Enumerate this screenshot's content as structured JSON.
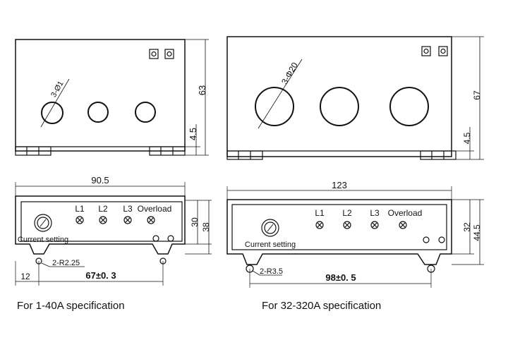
{
  "left": {
    "top_dims": {
      "height": "63",
      "base": "4.5",
      "holes": "3-Ø1"
    },
    "front": {
      "width": "90.5",
      "height_inner": "30",
      "height_outer": "38",
      "corner_radius": "2-R2.25",
      "edge": "12",
      "pitch": "67±0. 3",
      "leds": [
        "L1",
        "L2",
        "L3",
        "Overload"
      ],
      "knob_label": "Current setting"
    },
    "caption": "For 1-40A specification"
  },
  "right": {
    "top_dims": {
      "height": "67",
      "base": "4.5",
      "holes": "3-Φ20"
    },
    "front": {
      "width": "123",
      "height_inner": "32",
      "height_outer": "44.5",
      "corner_radius": "2-R3.5",
      "pitch": "98±0. 5",
      "leds": [
        "L1",
        "L2",
        "L3",
        "Overload"
      ],
      "knob_label": "Current setting"
    },
    "caption": "For 32-320A specification"
  }
}
